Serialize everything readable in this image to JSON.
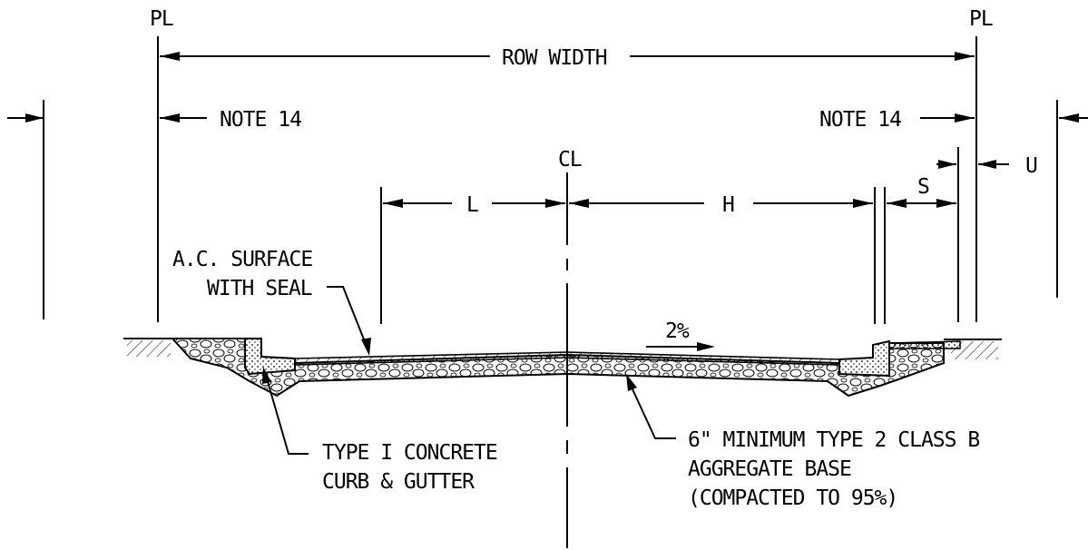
{
  "labels": {
    "pl_left": "PL",
    "pl_right": "PL",
    "row_width": "ROW WIDTH",
    "note_left": "NOTE 14",
    "note_right": "NOTE 14",
    "centerline": "CL",
    "dim_l": "L",
    "dim_h": "H",
    "dim_s": "S",
    "dim_u": "U",
    "ac_line1": "A.C. SURFACE",
    "ac_line2": "WITH SEAL",
    "slope": "2%",
    "curb_line1": "TYPE I CONCRETE",
    "curb_line2": "CURB & GUTTER",
    "base_line1": "6\" MINIMUM TYPE 2 CLASS B",
    "base_line2": "AGGREGATE BASE",
    "base_line3": "(COMPACTED TO 95%)"
  },
  "colors": {
    "ink": "#000000",
    "background": "#ffffff"
  }
}
